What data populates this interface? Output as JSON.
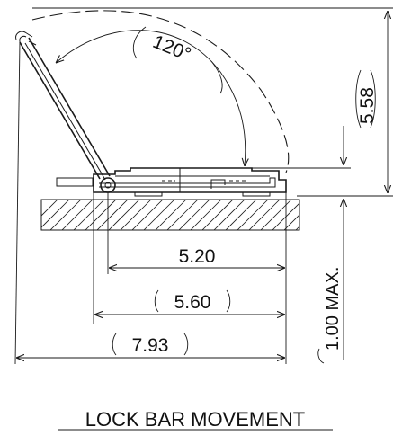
{
  "dimensions": {
    "angle": "120°",
    "height_raised": "5.58",
    "width_inner": "5.20",
    "width_mid": "5.60",
    "width_overall": "7.93",
    "height_max": "1.00 MAX."
  },
  "caption": "LOCK BAR MOVEMENT",
  "colors": {
    "line": "#1a1a1a",
    "background": "#ffffff"
  }
}
